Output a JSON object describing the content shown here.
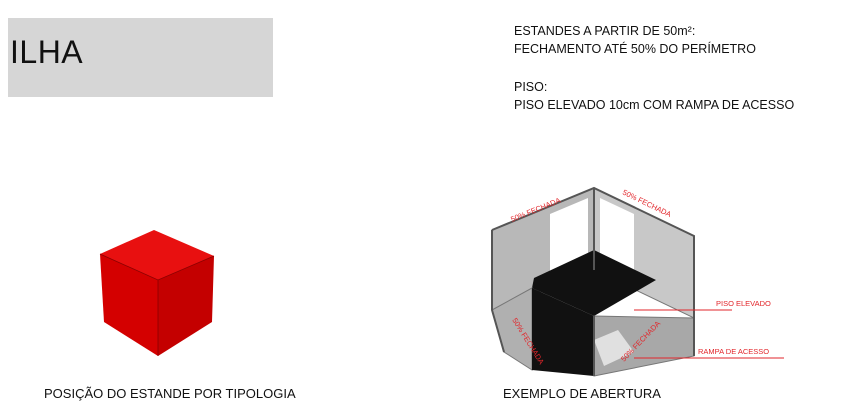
{
  "title": "ILHA",
  "specs": {
    "line1": "ESTANDES A PARTIR DE 50m²:",
    "line2": "FECHAMENTO ATÉ 50% DO PERÍMETRO",
    "line3": "PISO:",
    "line4": "PISO ELEVADO 10cm COM RAMPA DE ACESSO"
  },
  "captions": {
    "left": "POSIÇÃO DO ESTANDE POR TIPOLOGIA",
    "right": "EXEMPLO DE ABERTURA"
  },
  "diagram_labels": {
    "top_left_wall": "50% FECHADA",
    "top_right_wall": "50% FECHADA",
    "bottom_left_wall": "50% FECHADA",
    "bottom_right_wall": "50% FECHADA",
    "raised_floor": "PISO ELEVADO",
    "access_ramp": "RAMPA DE ACESSO"
  },
  "colors": {
    "cube_red": "#e00000",
    "label_red": "#e2262b",
    "floor_black": "#111111",
    "title_box_gray": "#d6d6d6"
  }
}
